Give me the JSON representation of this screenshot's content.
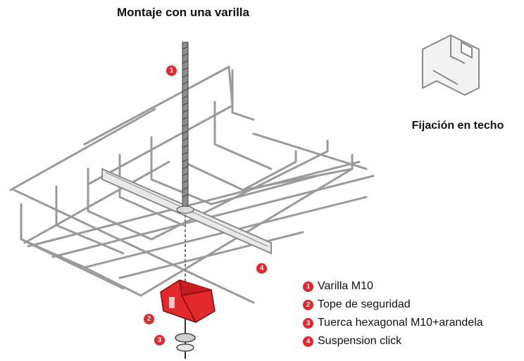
{
  "title": "Montaje con una varilla",
  "ceiling_fixing_label": "Fijación en techo",
  "callouts": [
    "1",
    "2",
    "3",
    "4"
  ],
  "legend": [
    {
      "number": "1",
      "label": "Varilla M10"
    },
    {
      "number": "2",
      "label": "Tope de seguridad"
    },
    {
      "number": "3",
      "label": "Tuerca hexagonal M10+arandela"
    },
    {
      "number": "4",
      "label": "Suspension click"
    }
  ],
  "colors": {
    "accent": "#e3282c",
    "wire": "#b8b8b8",
    "text": "#111111"
  }
}
